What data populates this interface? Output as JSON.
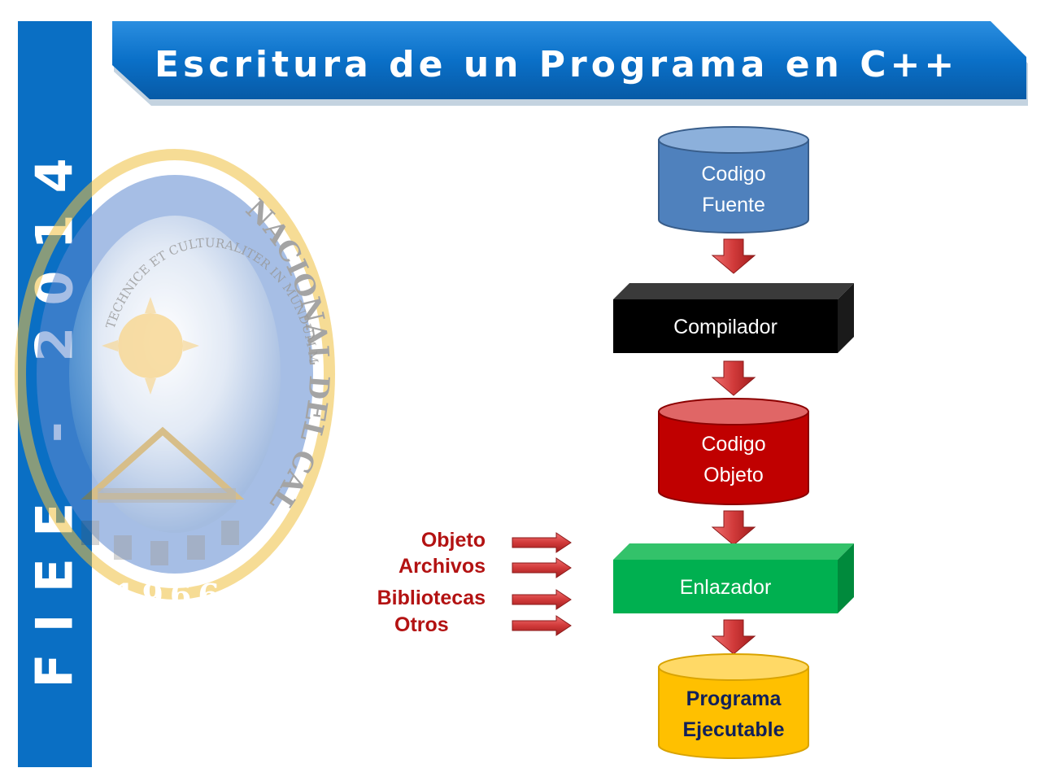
{
  "sidebar": {
    "label": "FIEE - 2014"
  },
  "header": {
    "title": "Escritura de un Programa en C++"
  },
  "watermark": {
    "icon": "university-seal-icon",
    "top_text": "NACIONAL DEL CALLAO",
    "motto": "TECHNICE ET CULTURALITER IN MUNDUM MELIOREM",
    "year": "1966"
  },
  "flow": {
    "source": {
      "label": "Codigo\nFuente",
      "color": "#4f81bd"
    },
    "compiler": {
      "label": "Compilador",
      "color": "#000000"
    },
    "object": {
      "label": "Codigo\nObjeto",
      "color": "#c00000"
    },
    "linker": {
      "label": "Enlazador",
      "color": "#00b050"
    },
    "executable": {
      "label": "Programa\nEjecutable",
      "color": "#ffc000"
    }
  },
  "inputs": {
    "objeto": "Objeto",
    "archivos": "Archivos",
    "bibliotecas": "Bibliotecas",
    "otros": "Otros"
  },
  "colors": {
    "sidebar": "#0a6fc4",
    "arrow": "#d13a3a",
    "input_text": "#b31212"
  }
}
